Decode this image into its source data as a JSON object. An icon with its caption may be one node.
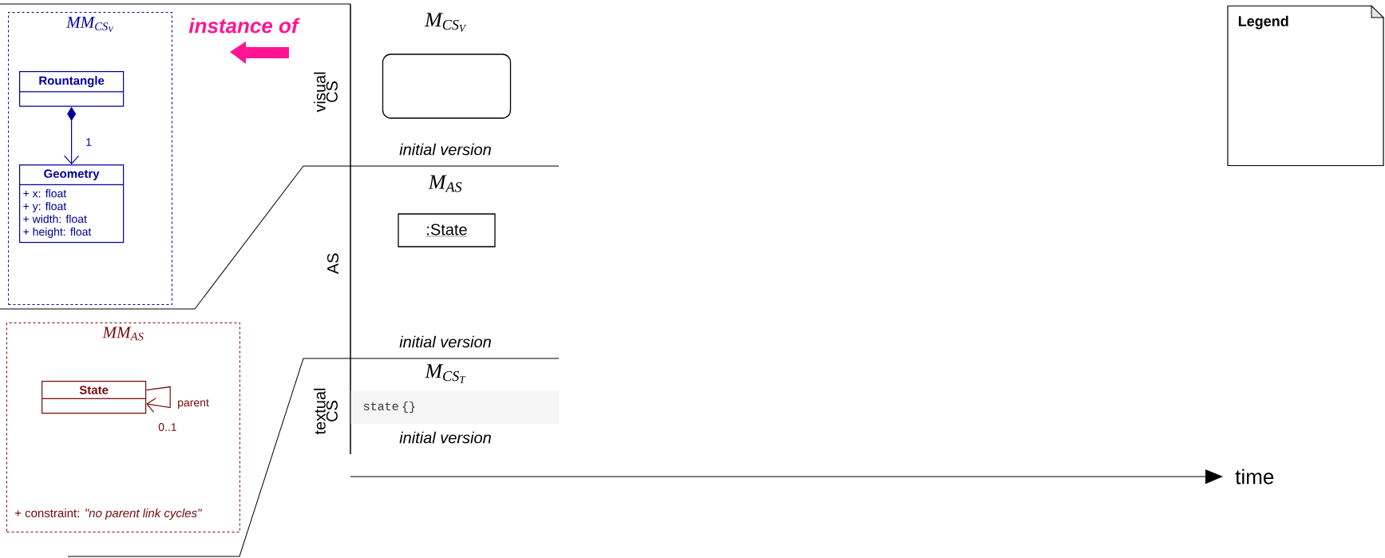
{
  "diagram": {
    "nodes": [
      {
        "text": [
          "MM_{CS_V}"
        ]
      },
      {
        "text": [
          "Rountangle"
        ],
        "in": 0
      },
      {
        "text": [
          "Geometry",
          "+ x: float",
          "+ y: float",
          "+ width: float",
          "+ height: float"
        ],
        "in": 0
      },
      {
        "text": [
          "MM_{AS}"
        ]
      },
      {
        "text": [
          "State"
        ],
        "in": 3
      },
      {
        "text": [],
        "shape": "box"
      },
      {
        "text": [
          ":State"
        ]
      },
      {
        "text": [
          "state {}"
        ]
      },
      {
        "text": [
          "Legend"
        ]
      }
    ],
    "edges": [
      {
        "from": 1,
        "to": 2,
        "arrow": "to",
        "label": "1",
        "color": "#00009c"
      },
      {
        "from": 4,
        "to": 4,
        "arrow": "to",
        "label": "parent",
        "color": "#7a0a0a"
      }
    ],
    "labels": [
      "instance of",
      "visual CS",
      "M_{CS_V}",
      "initial version",
      "AS",
      "M_{AS}",
      "initial version",
      "textual CS",
      "M_{CS_T}",
      "initial version",
      "0..1",
      "+ constraint: *\"no parent link cycles\"*",
      "time"
    ]
  }
}
